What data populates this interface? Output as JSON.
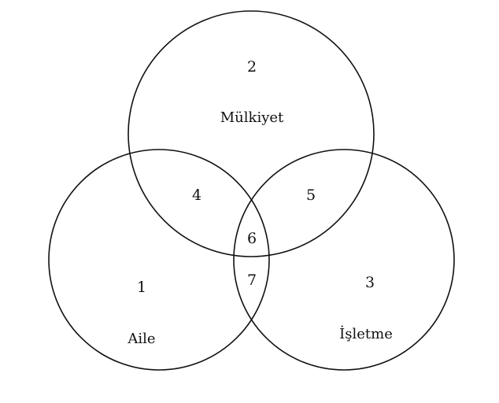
{
  "diagram": {
    "type": "venn",
    "sets": [
      {
        "id": "ownership",
        "number": "2",
        "label": "Mülkiyet"
      },
      {
        "id": "family",
        "number": "1",
        "label": "Aile"
      },
      {
        "id": "business",
        "number": "3",
        "label": "İşletme"
      }
    ],
    "regions": {
      "family_ownership": "4",
      "ownership_business": "5",
      "all_three": "6",
      "family_business": "7"
    },
    "line_color": "#111111",
    "text_color": "#111111"
  }
}
